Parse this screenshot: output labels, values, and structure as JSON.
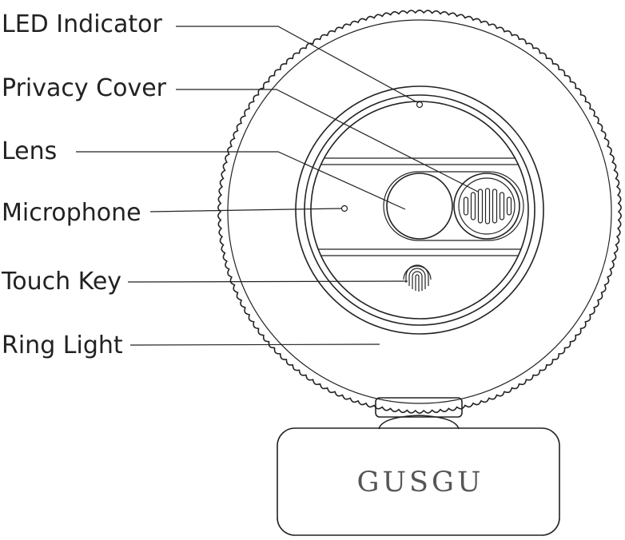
{
  "labels": {
    "led_indicator": "LED Indicator",
    "privacy_cover": "Privacy Cover",
    "lens": "Lens",
    "microphone": "Microphone",
    "touch_key": "Touch Key",
    "ring_light": "Ring Light"
  },
  "brand": "GUSGU",
  "colors": {
    "line": "#222222",
    "brand_text": "#555555",
    "background": "#ffffff"
  },
  "icons": [
    "fingerprint-icon"
  ]
}
